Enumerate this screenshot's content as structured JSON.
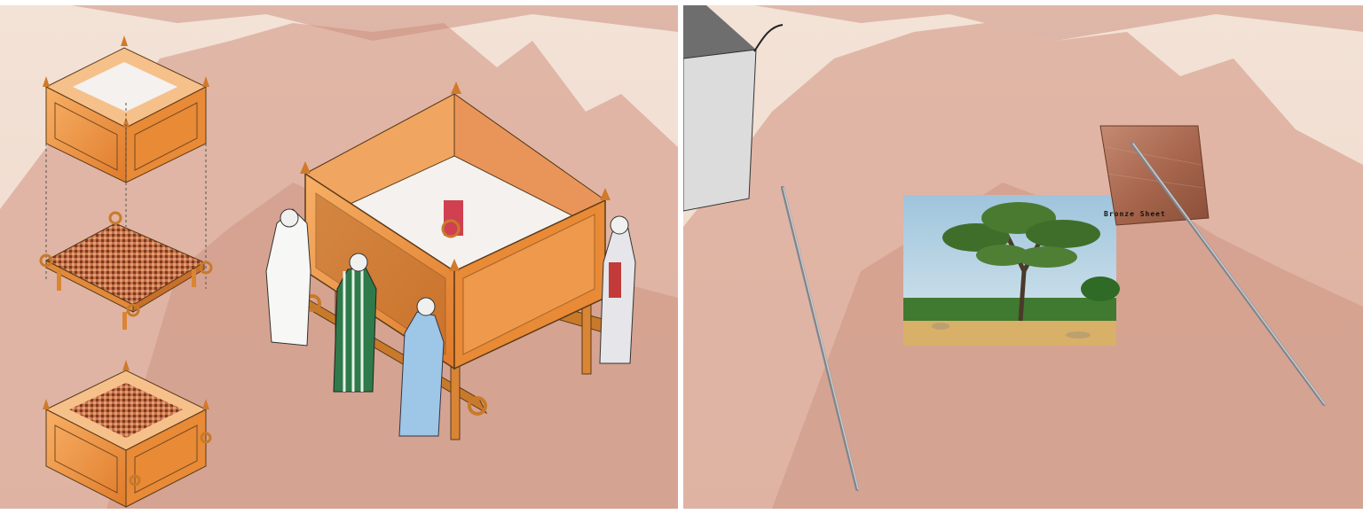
{
  "left_panel": {
    "scene": "altar-assembly-illustration",
    "background": "mountain",
    "colors": {
      "wood": "#e58a34",
      "wood_light": "#f6b36c",
      "grate": "#a0522d",
      "sky": "#f2e6dc"
    }
  },
  "right_panel": {
    "scene": "altar-materials",
    "background": "mountain",
    "bronze_sheet": {
      "label": "Bronze Sheet"
    },
    "colors": {
      "bronze": "#a86a52",
      "pole": "#9aa0a8",
      "panel_gray": "#dcdcdc"
    }
  }
}
